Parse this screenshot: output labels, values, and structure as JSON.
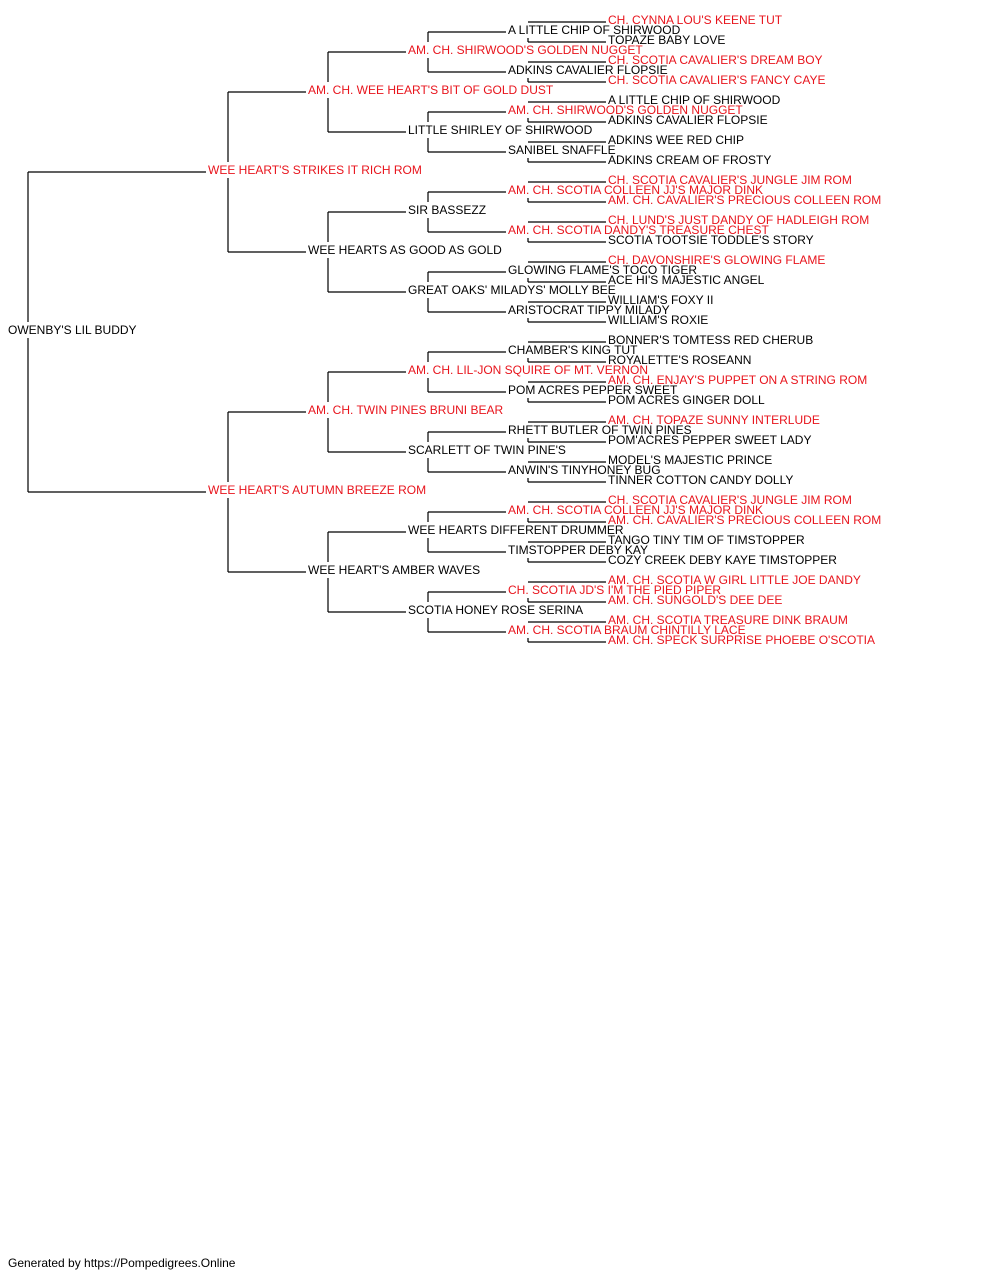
{
  "colors": {
    "champion": "#e8141c",
    "normal": "#000000",
    "line": "#000000"
  },
  "subject": {
    "name": "OWENBY'S LIL BUDDY",
    "champion": false
  },
  "generation1": [
    {
      "name": "WEE HEART'S STRIKES IT RICH ROM",
      "champion": true
    },
    {
      "name": "WEE HEART'S AUTUMN BREEZE ROM",
      "champion": true
    }
  ],
  "generation2": [
    {
      "name": "AM. CH. WEE HEART'S BIT OF GOLD DUST",
      "champion": true
    },
    {
      "name": "WEE HEARTS AS GOOD AS GOLD",
      "champion": false
    },
    {
      "name": "AM. CH. TWIN PINES BRUNI BEAR",
      "champion": true
    },
    {
      "name": "WEE HEART'S AMBER WAVES",
      "champion": false
    }
  ],
  "generation3": [
    {
      "name": "AM. CH. SHIRWOOD'S GOLDEN NUGGET",
      "champion": true
    },
    {
      "name": "LITTLE SHIRLEY OF SHIRWOOD",
      "champion": false
    },
    {
      "name": "SIR BASSEZZ",
      "champion": false
    },
    {
      "name": "GREAT OAKS' MILADYS' MOLLY BEE",
      "champion": false
    },
    {
      "name": "AM. CH. LIL-JON SQUIRE OF MT. VERNON",
      "champion": true
    },
    {
      "name": "SCARLETT OF TWIN PINE'S",
      "champion": false
    },
    {
      "name": "WEE HEARTS DIFFERENT DRUMMER",
      "champion": false
    },
    {
      "name": "SCOTIA HONEY ROSE SERINA",
      "champion": false
    }
  ],
  "generation4": [
    {
      "name": "A LITTLE CHIP OF SHIRWOOD",
      "champion": false
    },
    {
      "name": "ADKINS CAVALIER FLOPSIE",
      "champion": false
    },
    {
      "name": "AM. CH. SHIRWOOD'S GOLDEN NUGGET",
      "champion": true
    },
    {
      "name": "SANIBEL SNAFFLE",
      "champion": false
    },
    {
      "name": "AM. CH. SCOTIA COLLEEN JJ'S MAJOR DINK",
      "champion": true
    },
    {
      "name": "AM. CH. SCOTIA DANDY'S TREASURE CHEST",
      "champion": true
    },
    {
      "name": "GLOWING FLAME'S TOCO TIGER",
      "champion": false
    },
    {
      "name": "ARISTOCRAT TIPPY MILADY",
      "champion": false
    },
    {
      "name": "CHAMBER'S KING TUT",
      "champion": false
    },
    {
      "name": "POM ACRES PEPPER SWEET",
      "champion": false
    },
    {
      "name": "RHETT BUTLER OF TWIN PINES",
      "champion": false
    },
    {
      "name": "ANWIN'S TINYHONEY BUG",
      "champion": false
    },
    {
      "name": "AM. CH. SCOTIA COLLEEN JJ'S MAJOR DINK",
      "champion": true
    },
    {
      "name": "TIMSTOPPER DEBY KAY",
      "champion": false
    },
    {
      "name": "CH. SCOTIA JD'S I'M THE PIED PIPER",
      "champion": true
    },
    {
      "name": "AM. CH. SCOTIA BRAUM CHINTILLY LACE",
      "champion": true
    }
  ],
  "generation5": [
    {
      "name": "CH. CYNNA LOU'S KEENE TUT",
      "champion": true
    },
    {
      "name": "TOPAZE BABY LOVE",
      "champion": false
    },
    {
      "name": "CH. SCOTIA CAVALIER'S DREAM BOY",
      "champion": true
    },
    {
      "name": "CH. SCOTIA CAVALIER'S FANCY CAYE",
      "champion": true
    },
    {
      "name": "A LITTLE CHIP OF SHIRWOOD",
      "champion": false
    },
    {
      "name": "ADKINS CAVALIER FLOPSIE",
      "champion": false
    },
    {
      "name": "ADKINS WEE RED CHIP",
      "champion": false
    },
    {
      "name": "ADKINS CREAM OF FROSTY",
      "champion": false
    },
    {
      "name": "CH. SCOTIA CAVALIER'S JUNGLE JIM ROM",
      "champion": true
    },
    {
      "name": "AM. CH. CAVALIER'S PRECIOUS COLLEEN ROM",
      "champion": true
    },
    {
      "name": "CH. LUND'S JUST DANDY OF HADLEIGH ROM",
      "champion": true
    },
    {
      "name": "SCOTIA TOOTSIE TODDLE'S STORY",
      "champion": false
    },
    {
      "name": "CH. DAVONSHIRE'S GLOWING FLAME",
      "champion": true
    },
    {
      "name": "ACE HI'S MAJESTIC ANGEL",
      "champion": false
    },
    {
      "name": "WILLIAM'S FOXY II",
      "champion": false
    },
    {
      "name": "WILLIAM'S ROXIE",
      "champion": false
    },
    {
      "name": "BONNER'S TOMTESS RED CHERUB",
      "champion": false
    },
    {
      "name": "ROYALETTE'S ROSEANN",
      "champion": false
    },
    {
      "name": "AM. CH. ENJAY'S PUPPET ON A STRING ROM",
      "champion": true
    },
    {
      "name": "POM ACRES GINGER DOLL",
      "champion": false
    },
    {
      "name": "AM. CH. TOPAZE SUNNY INTERLUDE",
      "champion": true
    },
    {
      "name": "POM'ACRES PEPPER SWEET LADY",
      "champion": false
    },
    {
      "name": "MODEL'S MAJESTIC PRINCE",
      "champion": false
    },
    {
      "name": "TINNER COTTON CANDY DOLLY",
      "champion": false
    },
    {
      "name": "CH. SCOTIA CAVALIER'S JUNGLE JIM ROM",
      "champion": true
    },
    {
      "name": "AM. CH. CAVALIER'S PRECIOUS COLLEEN ROM",
      "champion": true
    },
    {
      "name": "TANGO TINY TIM OF TIMSTOPPER",
      "champion": false
    },
    {
      "name": "COZY CREEK DEBY KAYE TIMSTOPPER",
      "champion": false
    },
    {
      "name": "AM. CH. SCOTIA W GIRL LITTLE JOE DANDY",
      "champion": true
    },
    {
      "name": "AM. CH. SUNGOLD'S DEE DEE",
      "champion": true
    },
    {
      "name": "AM. CH. SCOTIA TREASURE DINK BRAUM",
      "champion": true
    },
    {
      "name": "AM. CH. SPECK SURPRISE PHOEBE O'SCOTIA",
      "champion": true
    }
  ],
  "footer": {
    "text": "Generated by https://Pompedigrees.Online"
  }
}
